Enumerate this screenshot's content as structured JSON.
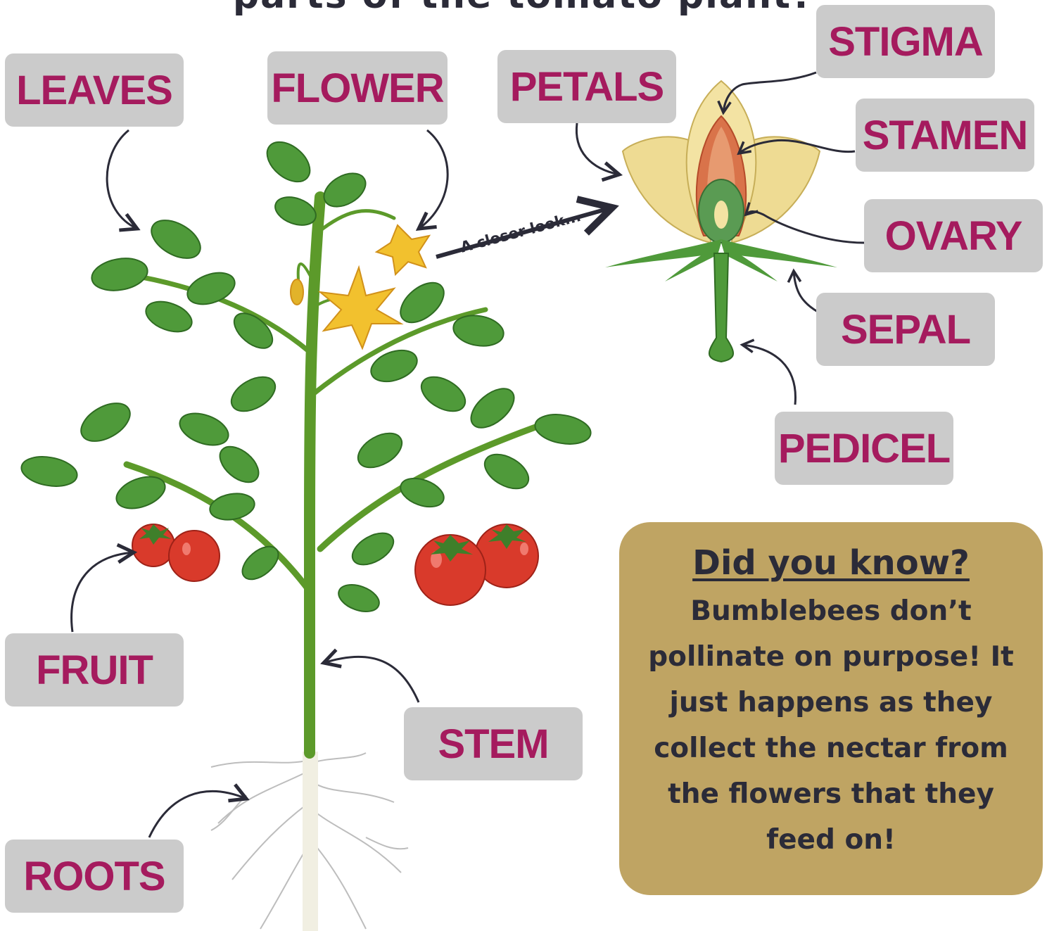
{
  "title": "parts of the tomato plant?",
  "annotation": "A closer look...",
  "labels": {
    "leaves": "LEAVES",
    "flower": "FLOWER",
    "petals": "PETALS",
    "stigma": "STIGMA",
    "stamen": "STAMEN",
    "ovary": "OVARY",
    "sepal": "SEPAL",
    "pedicel": "PEDICEL",
    "fruit": "FRUIT",
    "stem": "STEM",
    "roots": "ROOTS"
  },
  "did_you_know": {
    "heading": "Did you know?",
    "body": "Bumblebees don’t pollinate on purpose! It just happens as they collect the nectar from the flowers that they feed on!"
  },
  "colors": {
    "label_bg": "#cbcbcb",
    "label_text": "#a51b5e",
    "info_box": "#bfa463",
    "leaf": "#4f9a3a",
    "tomato": "#d93a2b",
    "flower": "#f2c12e"
  }
}
